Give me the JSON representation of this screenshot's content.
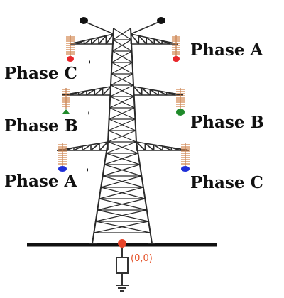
{
  "labels": {
    "phase_a": "Phase A",
    "phase_b": "Phase B",
    "phase_c": "Phase C",
    "phase_a_prime": "Phase A",
    "phase_b_prime": "Phase B",
    "phase_c_prime": "Phase C",
    "prime_mark": "'",
    "origin": "(0,0)"
  },
  "colors": {
    "tower": "#2a2a2a",
    "insulator": "#d48a55",
    "phase_a": "#e8262a",
    "phase_b": "#1f8a2a",
    "phase_c": "#1f2fd8",
    "ground_wire": "#111111",
    "origin_point": "#e8452a",
    "origin_text": "#e5532a"
  }
}
